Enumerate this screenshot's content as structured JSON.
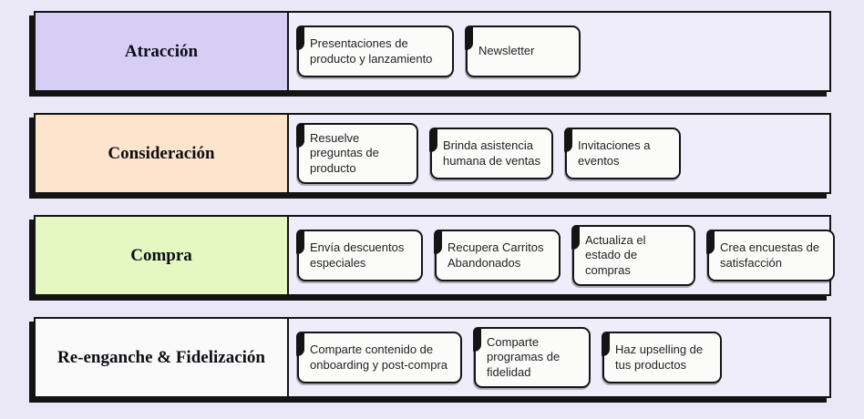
{
  "colors": {
    "page_bg": "#eae7f6",
    "row_bg": "#f0edfb",
    "card_bg": "#fbfbf9",
    "border": "#141414",
    "stage_atraccion": "#d7cef6",
    "stage_consideracion": "#fce4cd",
    "stage_compra": "#e6f8c2",
    "stage_reenganche": "#fafafa"
  },
  "stages": [
    {
      "label": "Atracción",
      "color": "#d7cef6",
      "cards": [
        "Presentaciones de producto y lanzamiento",
        "Newsletter"
      ]
    },
    {
      "label": "Consideración",
      "color": "#fce4cd",
      "cards": [
        "Resuelve preguntas de producto",
        "Brinda asistencia humana de ventas",
        "Invitaciones a eventos"
      ]
    },
    {
      "label": "Compra",
      "color": "#e6f8c2",
      "cards": [
        "Envía descuentos especiales",
        "Recupera Carritos Abandonados",
        "Actualiza el estado de compras",
        "Crea encuestas de satisfacción"
      ]
    },
    {
      "label": "Re-enganche & Fidelización",
      "color": "#fafafa",
      "cards": [
        "Comparte contenido de onboarding y post-compra",
        "Comparte programas de fidelidad",
        "Haz upselling de tus productos"
      ]
    }
  ]
}
